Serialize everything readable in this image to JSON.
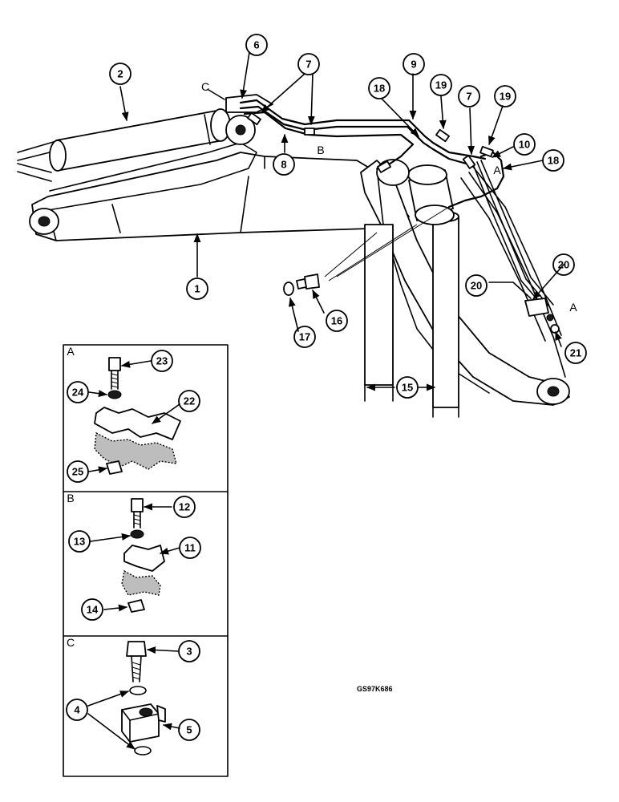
{
  "drawing_code": "GS97K686",
  "callouts": [
    "1",
    "2",
    "3",
    "4",
    "5",
    "6",
    "7",
    "8",
    "9",
    "10",
    "11",
    "12",
    "13",
    "14",
    "15",
    "16",
    "17",
    "18",
    "19",
    "20",
    "21",
    "22",
    "23",
    "24",
    "25"
  ],
  "letters": {
    "A": "A",
    "B": "B",
    "C": "C"
  },
  "inset_labels": {
    "A": "A",
    "B": "B",
    "C": "C"
  }
}
